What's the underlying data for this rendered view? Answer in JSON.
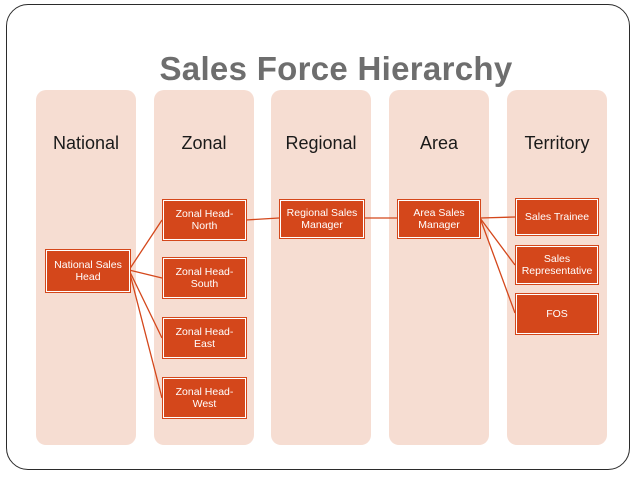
{
  "slide": {
    "title": "Sales Force Hierarchy"
  },
  "columns": [
    {
      "id": "national",
      "label": "National"
    },
    {
      "id": "zonal",
      "label": "Zonal"
    },
    {
      "id": "regional",
      "label": "Regional"
    },
    {
      "id": "area",
      "label": "Area"
    },
    {
      "id": "territory",
      "label": "Territory"
    }
  ],
  "nodes": {
    "national_head": "National Sales Head",
    "zonal_north": "Zonal Head-North",
    "zonal_south": "Zonal Head-South",
    "zonal_east": "Zonal Head-East",
    "zonal_west": "Zonal Head-West",
    "regional_manager": "Regional Sales Manager",
    "area_manager": "Area Sales Manager",
    "sales_trainee": "Sales Trainee",
    "sales_rep": "Sales Representative",
    "fos": "FOS"
  },
  "colors": {
    "column_background": "#f6ddd2",
    "node_fill": "#d4471b",
    "connector": "#d4471b",
    "title": "#6e6e6e"
  }
}
